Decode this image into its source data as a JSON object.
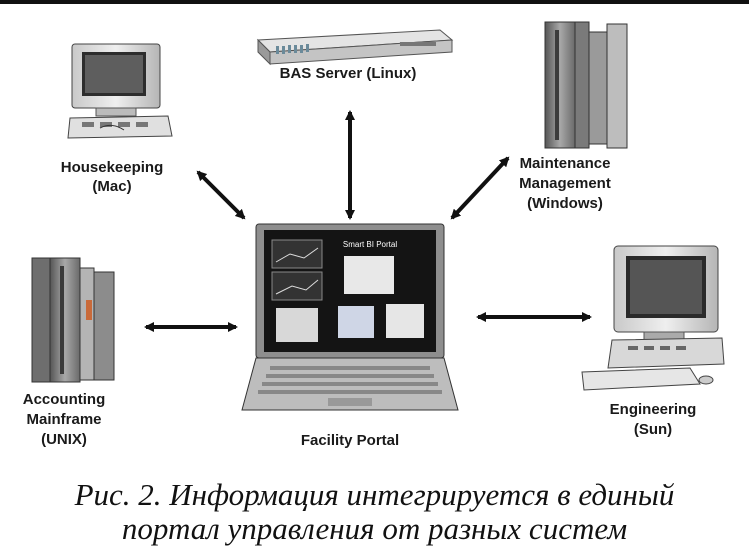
{
  "nodes": {
    "bas_server": "BAS Server (Linux)",
    "housekeeping": [
      "Housekeeping",
      "(Mac)"
    ],
    "maintenance": [
      "Maintenance",
      "Management",
      "(Windows)"
    ],
    "accounting": [
      "Accounting",
      "Mainframe",
      "(UNIX)"
    ],
    "engineering": [
      "Engineering",
      "(Sun)"
    ],
    "portal": "Facility Portal",
    "portal_screen_title": "Smart BI Portal"
  },
  "caption": {
    "line1": "Рис. 2. Информация интегрируется в единый",
    "line2": "портал управления от разных систем"
  }
}
